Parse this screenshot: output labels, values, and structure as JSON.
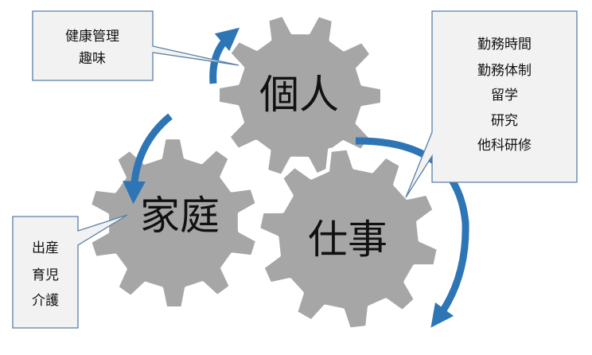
{
  "gears": {
    "personal": {
      "label": "個人"
    },
    "family": {
      "label": "家庭"
    },
    "work": {
      "label": "仕事"
    }
  },
  "callouts": {
    "personal": {
      "lines": [
        "健康管理",
        "趣味"
      ]
    },
    "work": {
      "lines": [
        "勤務時間",
        "勤務体制",
        "留学",
        "研究",
        "他科研修"
      ]
    },
    "family": {
      "lines": [
        "出産",
        "育児",
        "介護"
      ]
    }
  },
  "colors": {
    "gear_fill": "#a6a6a6",
    "gear_stroke": "#ffffff",
    "callout_fill": "#f2f2f2",
    "callout_stroke": "#5a7fa6",
    "arrow": "#2e75b6"
  }
}
